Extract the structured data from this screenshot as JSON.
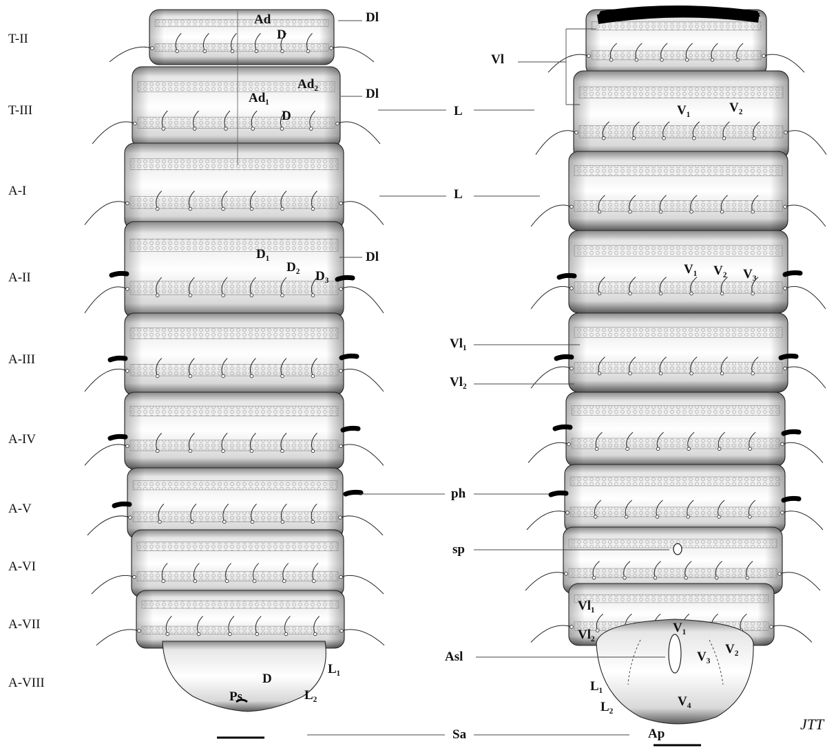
{
  "segment_labels": [
    "T-II",
    "T-III",
    "A-I",
    "A-II",
    "A-III",
    "A-IV",
    "A-V",
    "A-VI",
    "A-VII",
    "A-VIII"
  ],
  "left_labels": {
    "ad": "Ad",
    "d_t2": "D",
    "dl_t2": "Dl",
    "ad2": "Ad₂",
    "ad1": "Ad₁",
    "d_t3": "D",
    "dl_t3": "Dl",
    "d1": "D₁",
    "d2": "D₂",
    "d3": "D₃",
    "dl_a2": "Dl",
    "l1": "L₁",
    "d_a8": "D",
    "ps": "Ps",
    "l2": "L₂"
  },
  "center_labels": {
    "vl": "Vl",
    "l_t3": "L",
    "l_a1": "L",
    "vl1": "Vl₁",
    "vl2": "Vl₂",
    "ph": "ph",
    "sp": "sp",
    "asl": "Asl",
    "sa": "Sa"
  },
  "right_labels": {
    "v1_t3": "V₁",
    "v2_t3": "V₂",
    "v1_a2": "V₁",
    "v2_a2": "V₂",
    "v3_a2": "V₃",
    "vl1_a7": "Vl₁",
    "vl2_a7": "Vl₂",
    "v1_a8": "V₁",
    "v2_a8": "V₂",
    "v3_a8": "V₃",
    "l1_a8": "L₁",
    "l2_a8": "L₂",
    "v4_a8": "V₄",
    "ap": "Ap"
  },
  "signature": "JTT",
  "colors": {
    "ink": "#111111",
    "body": "#f2f2f2",
    "shade": "#bdbdbd",
    "dark": "#3a3a3a"
  }
}
